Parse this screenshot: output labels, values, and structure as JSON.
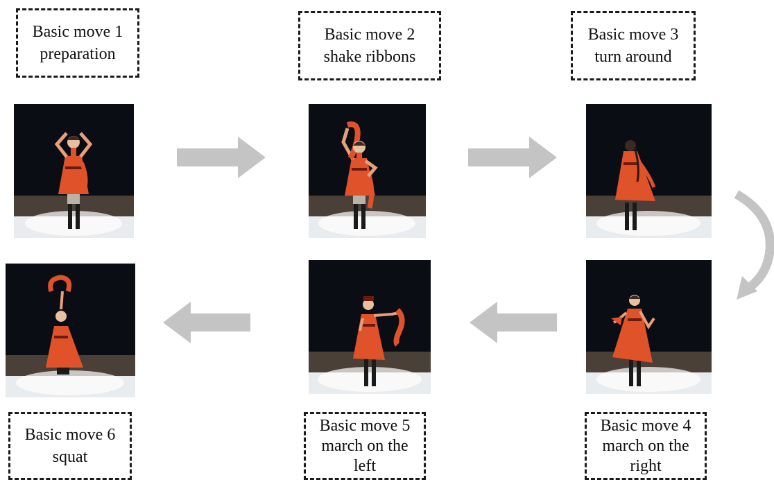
{
  "moves": [
    {
      "title": "Basic move 1",
      "subtitle": "preparation"
    },
    {
      "title": "Basic move 2",
      "subtitle": "shake ribbons"
    },
    {
      "title": "Basic move 3",
      "subtitle": "turn around"
    },
    {
      "title": "Basic move 4",
      "subtitle": "march on the right"
    },
    {
      "title": "Basic move 5",
      "subtitle": "march on the left"
    },
    {
      "title": "Basic move 6",
      "subtitle": "squat"
    }
  ],
  "colors": {
    "arrow": "#c4c4c4",
    "stage_background": "#0b0d14",
    "floor": "#4a4038",
    "dress": "#e0522a",
    "box_border": "#1a1a1a"
  }
}
